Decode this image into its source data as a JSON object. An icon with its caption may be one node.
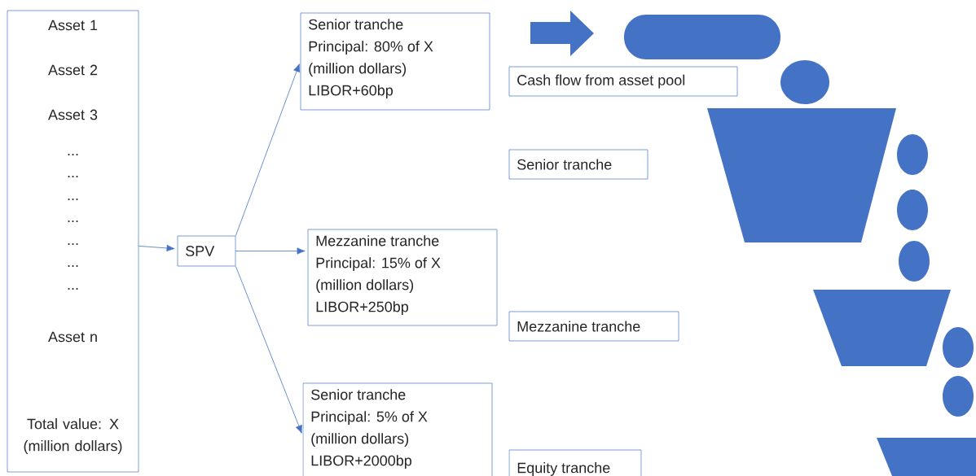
{
  "diagram": {
    "nodes": [
      {
        "text": [
          "Asset 1",
          "Asset 2",
          "Asset 3",
          "...",
          "...",
          "...",
          "...",
          "...",
          "...",
          "...",
          "Asset n",
          "Total value: X (million dollars)"
        ]
      },
      {
        "text": [
          "SPV"
        ]
      },
      {
        "text": [
          "Senior tranche",
          "Principal: 80% of X",
          "(million dollars)",
          "LIBOR+60bp"
        ]
      },
      {
        "text": [
          "Mezzanine  tranche",
          "Principal: 15% of X",
          "(million dollars)",
          "LIBOR+250bp"
        ]
      },
      {
        "text": [
          "Senior tranche",
          "Principal: 5% of X",
          "(million dollars)",
          "LIBOR+2000bp"
        ]
      },
      {
        "text": [
          "Cash flow from asset pool"
        ]
      },
      {
        "text": [
          "Senior tranche"
        ]
      },
      {
        "text": [
          "Mezzanine tranche"
        ]
      },
      {
        "text": [
          "Equity tranche"
        ]
      }
    ],
    "edges": [
      {
        "from": 0,
        "to": 1,
        "arrow": "to"
      },
      {
        "from": 1,
        "to": 2,
        "arrow": "to"
      },
      {
        "from": 1,
        "to": 3,
        "arrow": "to"
      },
      {
        "from": 1,
        "to": 4,
        "arrow": "to"
      }
    ]
  }
}
